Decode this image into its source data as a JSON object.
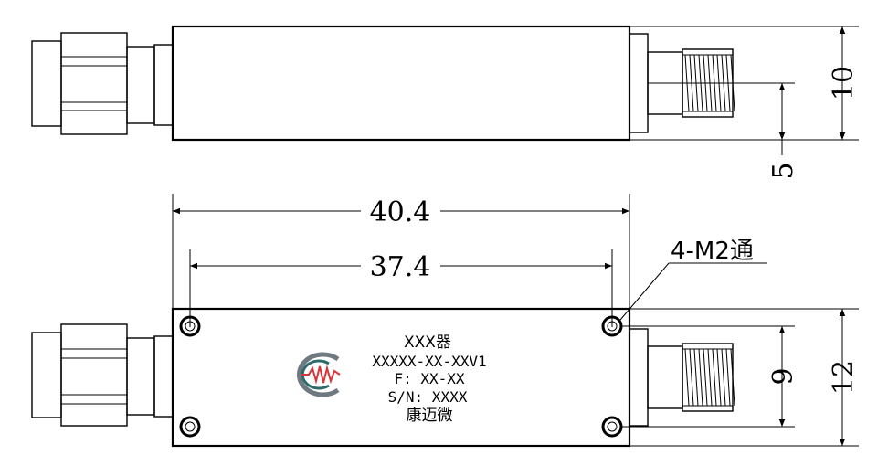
{
  "dimensions": {
    "total_length": "40.4",
    "hole_spacing_length": "37.4",
    "height_top": "10",
    "offset_top": "5",
    "height_bottom": "12",
    "hole_spacing_height": "9"
  },
  "callout": {
    "holes": "4-M2通"
  },
  "nameplate": {
    "line1": "XXX器",
    "line2": "XXXXX-XX-XXV1",
    "line3": "F: XX-XX",
    "line4": "S/N: XXXX",
    "line5": "康迈微"
  },
  "colors": {
    "logo_gray": "#6e7a80",
    "logo_red": "#d8343a",
    "logo_teal": "#2d6b6a"
  },
  "logo": "company-logo"
}
